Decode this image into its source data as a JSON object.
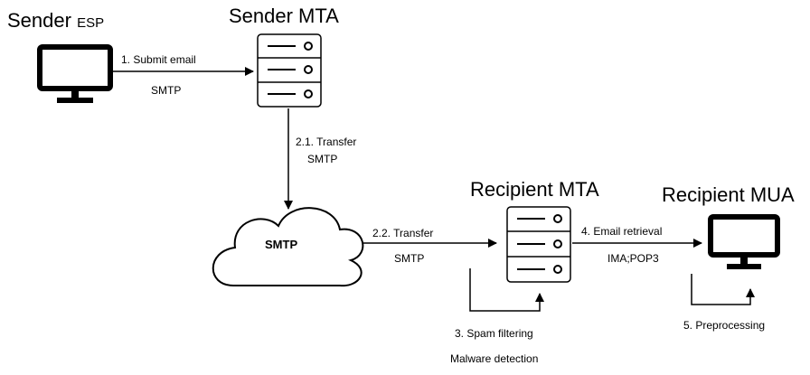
{
  "nodes": {
    "sender_esp": {
      "title": "Sender",
      "title_suffix": "ESP"
    },
    "sender_mta": {
      "title": "Sender MTA"
    },
    "cloud": {
      "label": "SMTP"
    },
    "recipient_mta": {
      "title": "Recipient MTA"
    },
    "recipient_mua": {
      "title": "Recipient MUA"
    }
  },
  "edges": {
    "submit": {
      "label": "1. Submit email",
      "protocol": "SMTP"
    },
    "transfer_1": {
      "label": "2.1. Transfer",
      "protocol": "SMTP"
    },
    "transfer_2": {
      "label": "2.2. Transfer",
      "protocol": "SMTP"
    },
    "retrieval": {
      "label": "4. Email retrieval",
      "protocol": "IMA;POP3"
    },
    "spam": {
      "label": "3. Spam filtering",
      "sublabel": "Malware detection"
    },
    "preprocessing": {
      "label": "5. Preprocessing"
    }
  }
}
